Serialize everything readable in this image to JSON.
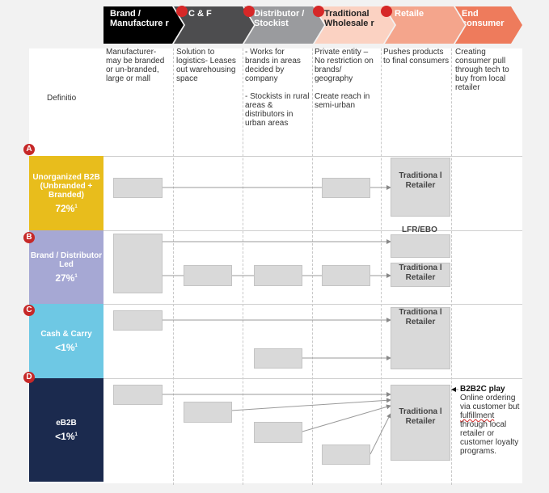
{
  "stages": [
    {
      "label": "Brand / Manufacture r",
      "color": "#000000"
    },
    {
      "label": "C & F",
      "color": "#4d4d4f"
    },
    {
      "label": "Distributor / Stockist",
      "color": "#9a9b9e"
    },
    {
      "label": "Traditional Wholesale r",
      "color": "#fbd2c2"
    },
    {
      "label": "Retaile",
      "color": "#f4a58c"
    },
    {
      "label": "End consumer",
      "color": "#ee7b5c"
    }
  ],
  "definition_label": "Definitio",
  "definitions": [
    "Manufacturer- may be branded or un-branded, large or mall",
    "Solution to logistics- Leases out warehousing space",
    "- Works for brands in areas decided by company\n\n- Stockists in rural areas & distributors in urban areas",
    "Private entity – No restriction on brands/ geography\n\nCreate reach in semi-urban",
    "Pushes products to final consumers",
    "Creating consumer pull through tech to buy from local retailer"
  ],
  "segments": [
    {
      "badge": "A",
      "name": "Unorganized B2B (Unbranded + Branded)",
      "pct": "72%",
      "sup": "1",
      "color": "#e8bd1c"
    },
    {
      "badge": "B",
      "name": "Brand / Distributor Led",
      "pct": "27%",
      "sup": "1",
      "color": "#a6a8d4"
    },
    {
      "badge": "C",
      "name": "Cash & Carry",
      "pct": "<1%",
      "sup": "1",
      "color": "#6ec8e4"
    },
    {
      "badge": "D",
      "name": "eB2B",
      "pct": "<1%",
      "sup": "1",
      "color": "#1b2a4e"
    }
  ],
  "retailer_labels": {
    "traditional": "Traditiona l Retailer",
    "lfr": "LFR/EBO"
  },
  "b2b2c": {
    "title": "B2B2C play",
    "body_before": "Online ordering via customer but ",
    "body_mark": "fulfillment",
    "body_after": " through local retailer or customer loyalty programs."
  }
}
